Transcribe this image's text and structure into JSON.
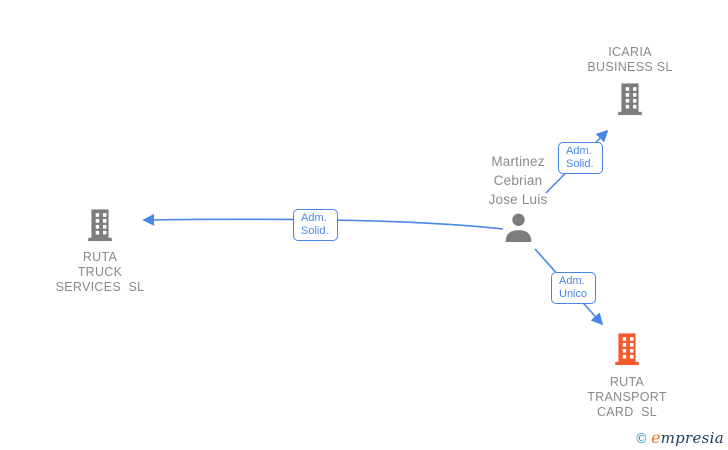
{
  "colors": {
    "background": "#ffffff",
    "edge": "#4a86e8",
    "label_border": "#4a86e8",
    "label_text": "#4a86e8",
    "node_text": "#8a8a8a",
    "company_icon_gray": "#7d7d7d",
    "company_icon_orange": "#f25b2b",
    "person_icon": "#7d7d7d",
    "brand_copyright": "#2a8db4",
    "brand_e": "#f0731f",
    "brand_rest": "#1d3d63"
  },
  "nodes": {
    "icaria": {
      "type": "company",
      "lines": [
        "ICARIA",
        "BUSINESS SL"
      ]
    },
    "martinez": {
      "type": "person",
      "lines": [
        "Martinez",
        "Cebrian",
        "Jose Luis"
      ]
    },
    "ruta_truck": {
      "type": "company",
      "lines": [
        "RUTA",
        "TRUCK",
        "SERVICES  SL"
      ]
    },
    "ruta_transport": {
      "type": "company",
      "lines": [
        "RUTA",
        "TRANSPORT",
        "CARD  SL"
      ]
    }
  },
  "edge_labels": {
    "martinez_to_icaria": {
      "lines": [
        "Adm.",
        "Solid."
      ]
    },
    "martinez_to_ruta_truck": {
      "lines": [
        "Adm.",
        "Solid."
      ]
    },
    "martinez_to_ruta_transport": {
      "lines": [
        "Adm.",
        "Unico"
      ]
    }
  },
  "footer": {
    "copyright_symbol": "©",
    "brand_initial": "e",
    "brand_rest": "mpresia"
  }
}
